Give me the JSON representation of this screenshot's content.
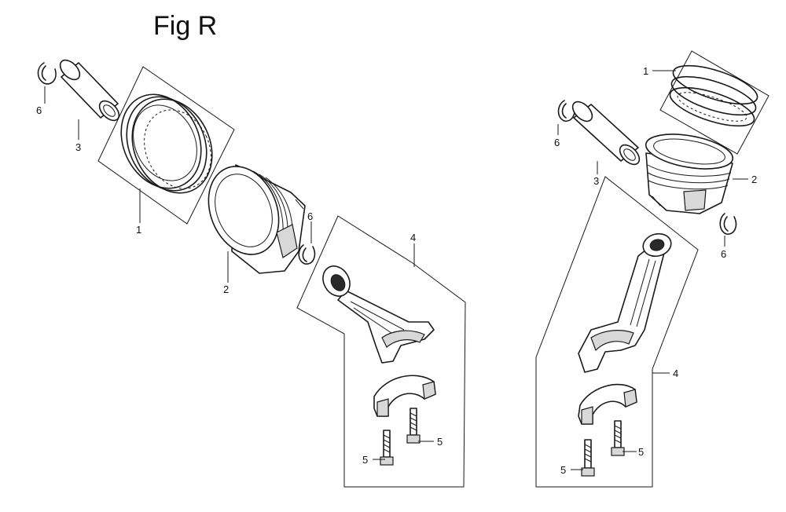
{
  "figure": {
    "title": "Fig R"
  },
  "callouts": {
    "left": {
      "p1": "1",
      "p2": "2",
      "p3": "3",
      "p4": "4",
      "p5a": "5",
      "p5b": "5",
      "p6a": "6",
      "p6b": "6"
    },
    "right": {
      "p1": "1",
      "p2": "2",
      "p3": "3",
      "p4": "4",
      "p5a": "5",
      "p5b": "5",
      "p6a": "6",
      "p6b": "6"
    }
  },
  "colors": {
    "ink": "#1a1a1a",
    "background": "#ffffff"
  }
}
